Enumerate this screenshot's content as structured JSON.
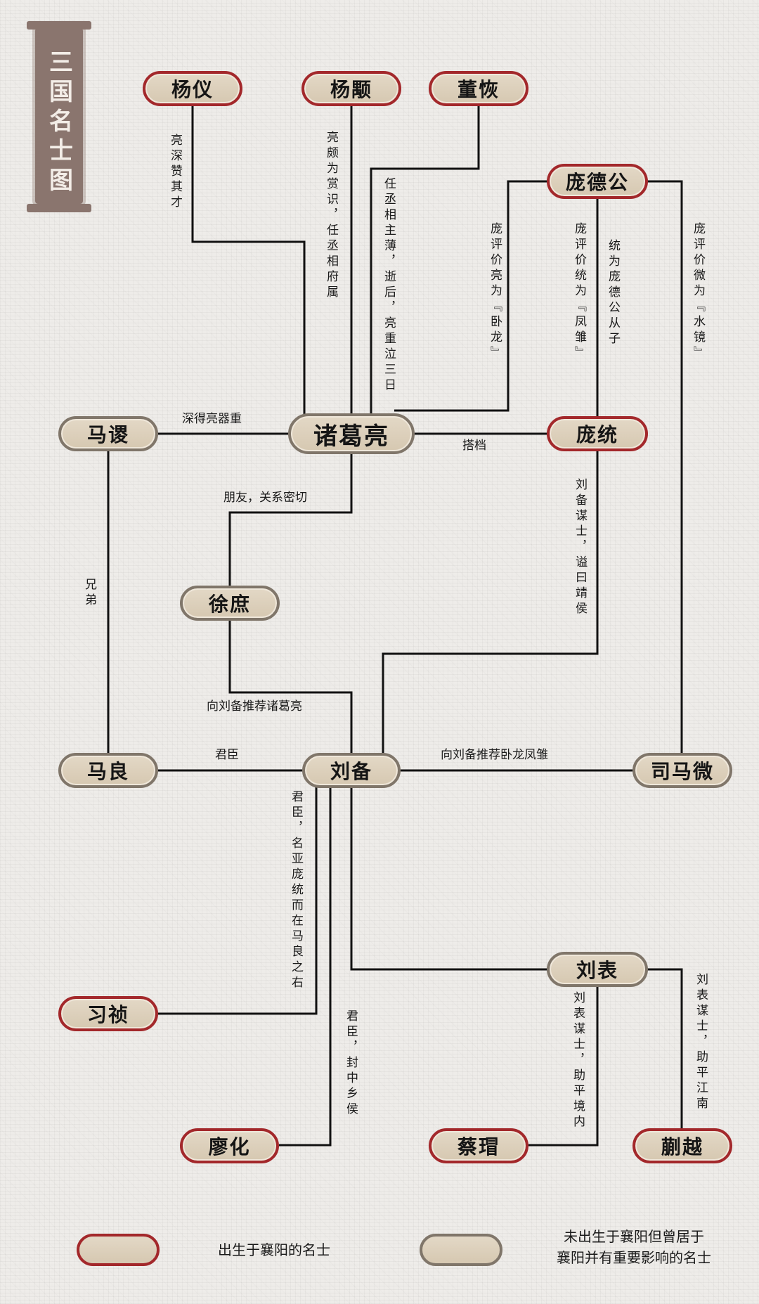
{
  "title": "三国名士图",
  "nodes": {
    "yangyi": "杨仪",
    "yangyong": "杨颙",
    "dongjue": "董恢",
    "pangdegong": "庞德公",
    "masu": "马谡",
    "zhugeliang": "诸葛亮",
    "pangtong": "庞统",
    "xushu": "徐庶",
    "maliang": "马良",
    "liubei": "刘备",
    "simahui": "司马微",
    "xizhen": "习祯",
    "liubiao": "刘表",
    "liaohua": "廖化",
    "caimao": "蔡瑁",
    "kuaiyue": "蒯越"
  },
  "edges": {
    "yangyi_zhuge": "亮深赞其才",
    "yangyong_zhuge": "亮颇为赏识，任丞相府属",
    "dongjue_zhuge": "任丞相主薄，逝后，亮重泣三日",
    "pang_zhuge": "庞评价亮为『卧龙』",
    "pang_tong_eval": "庞评价统为『凤雏』",
    "pang_tong_rel": "统为庞德公从子",
    "pang_sima": "庞评价微为『水镜』",
    "masu_zhuge": "深得亮器重",
    "zhuge_pangtong": "搭档",
    "zhuge_xushu": "朋友，关系密切",
    "masu_maliang": "兄弟",
    "pangtong_liubei": "刘备谋士，谥曰靖侯",
    "xushu_liubei": "向刘备推荐诸葛亮",
    "maliang_liubei": "君臣",
    "sima_liubei": "向刘备推荐卧龙凤雏",
    "liubei_xizhen": "君臣，名亚庞统而在马良之右",
    "liubei_liaohua": "君臣，封中乡侯",
    "liubiao_caimao": "刘表谋士，助平境内",
    "liubiao_kuaiyue": "刘表谋士，助平江南"
  },
  "legend": {
    "born": "出生于襄阳的名士",
    "resided_line1": "未出生于襄阳但曾居于",
    "resided_line2": "襄阳并有重要影响的名士"
  },
  "colors": {
    "born_border": "#a3282b",
    "resided_border": "#80766a",
    "line": "#111111",
    "title_bg": "#8a756e"
  }
}
